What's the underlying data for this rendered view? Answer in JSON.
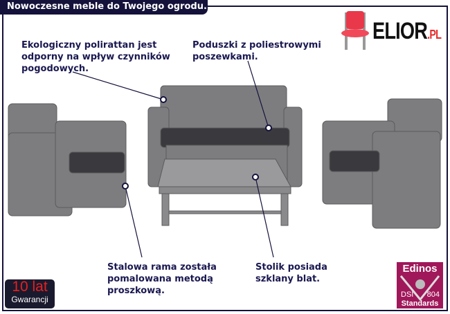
{
  "header": {
    "title": "Nowoczesne meble do Twojego ogrodu."
  },
  "logo": {
    "name": "ELIOR",
    "suffix": ".PL"
  },
  "notes": {
    "rattan": "Ekologiczny polirattan jest\nodporny na wpływ czynników\npogodowych.",
    "cushions": "Poduszki z poliestrowymi\nposzewkami.",
    "frame": "Stalowa rama została\npomalowana metodą\nproszkową.",
    "table": "Stolik posiada\nszklany blat."
  },
  "warranty": {
    "years": "10 lat",
    "label": "Gwarancji"
  },
  "badge": {
    "title": "Edinos",
    "left": "DSI",
    "right": "804",
    "bottom": "Standards"
  },
  "colors": {
    "navy": "#14123a",
    "rattan": "#7a7a7a",
    "cushion": "#3a3a3e",
    "brand": "#e52b2b",
    "badge": "#a0185a"
  }
}
